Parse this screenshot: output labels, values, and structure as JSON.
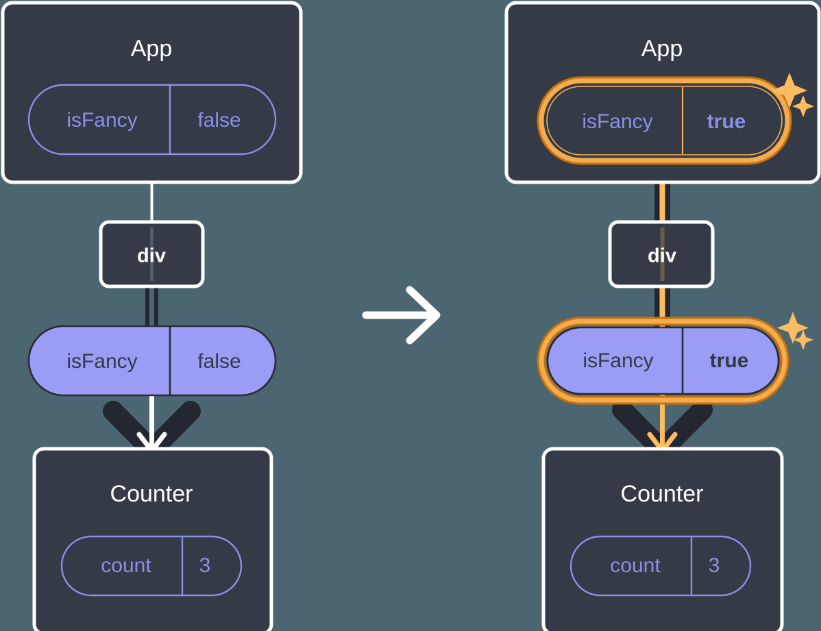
{
  "diagram": {
    "title": "React state update propagation diagram",
    "background_color": "#4b6670",
    "transition_arrow": "arrow-right",
    "panels": [
      {
        "id": "before",
        "app": {
          "label": "App",
          "state_pill": {
            "key": "isFancy",
            "value": "false",
            "style": "outline",
            "highlighted": "false",
            "sparkles": "false"
          }
        },
        "div": {
          "label": "div"
        },
        "props_pill": {
          "key": "isFancy",
          "value": "false",
          "style": "solid",
          "highlighted": "false",
          "sparkles": "false"
        },
        "counter": {
          "label": "Counter",
          "state_pill": {
            "key": "count",
            "value": "3",
            "style": "outline",
            "highlighted": "false",
            "sparkles": "false"
          }
        }
      },
      {
        "id": "after",
        "app": {
          "label": "App",
          "state_pill": {
            "key": "isFancy",
            "value": "true",
            "style": "outline",
            "highlighted": "true",
            "sparkles": "true"
          }
        },
        "div": {
          "label": "div"
        },
        "props_pill": {
          "key": "isFancy",
          "value": "true",
          "style": "solid",
          "highlighted": "true",
          "sparkles": "true"
        },
        "counter": {
          "label": "Counter",
          "state_pill": {
            "key": "count",
            "value": "3",
            "style": "outline",
            "highlighted": "false",
            "sparkles": "false"
          }
        }
      }
    ],
    "colors": {
      "background": "#4b6670",
      "box_fill": "#343a46",
      "box_stroke": "#ffffff",
      "pill_outline_stroke": "#8b8fe8",
      "pill_solid_fill": "#9a9cf5",
      "pill_solid_stroke": "#282c34",
      "text_light": "#ffffff",
      "text_dark": "#343a46",
      "text_periwinkle": "#8b8fe8",
      "highlight_outer": "#c8720d",
      "highlight_inner": "#f5ac4f",
      "sparkle": "#fcbc5f",
      "edge_dark": "#232731",
      "edge_light": "#ffffff",
      "edge_orange": "#fcbc5f"
    }
  }
}
